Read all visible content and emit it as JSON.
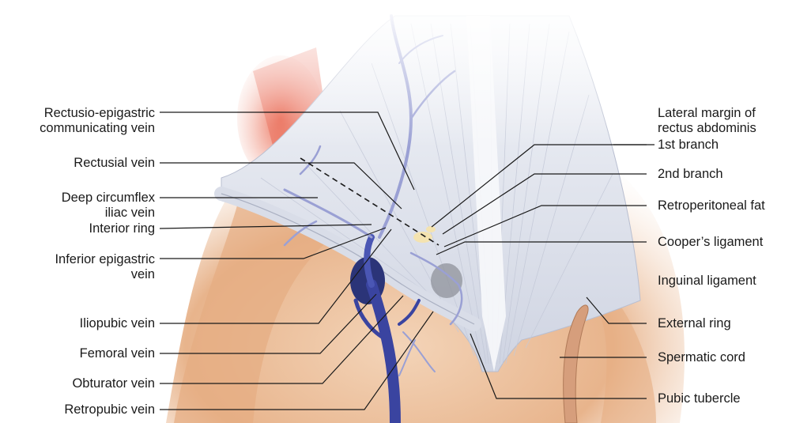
{
  "labels_left": [
    {
      "id": "rectusio-epigastric",
      "text": "Rectusio-epigastric\ncommunicating vein"
    },
    {
      "id": "rectusial-vein",
      "text": "Rectusial vein"
    },
    {
      "id": "deep-circumflex",
      "text": "Deep circumflex\niliac vein"
    },
    {
      "id": "interior-ring",
      "text": "Interior ring"
    },
    {
      "id": "inferior-epigastric",
      "text": "Inferior epigastric\nvein"
    },
    {
      "id": "iliopubic-vein",
      "text": "Iliopubic vein"
    },
    {
      "id": "femoral-vein",
      "text": "Femoral vein"
    },
    {
      "id": "obturator-vein",
      "text": "Obturator vein"
    },
    {
      "id": "retropubic-vein",
      "text": "Retropubic vein"
    }
  ],
  "labels_right": [
    {
      "id": "lateral-margin",
      "text": "Lateral margin of\nrectus abdominis"
    },
    {
      "id": "first-branch",
      "text": "1st branch"
    },
    {
      "id": "second-branch",
      "text": "2nd branch"
    },
    {
      "id": "retroperitoneal-fat",
      "text": "Retroperitoneal fat"
    },
    {
      "id": "coopers-ligament",
      "text": "Cooper’s ligament"
    },
    {
      "id": "inguinal-ligament",
      "text": "Inguinal ligament"
    },
    {
      "id": "external-ring",
      "text": "External ring"
    },
    {
      "id": "spermatic-cord",
      "text": "Spermatic cord"
    },
    {
      "id": "pubic-tubercle",
      "text": "Pubic tubercle"
    }
  ],
  "colors": {
    "skin": "#e8b48c",
    "muscle": "#e0e4ee",
    "vein": "#3a44a0",
    "vein_light": "#9aa0d4",
    "rectus_red": "#e0604a",
    "leader": "#1a1a1a"
  }
}
